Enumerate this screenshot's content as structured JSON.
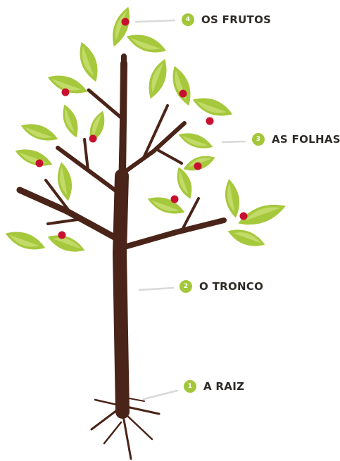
{
  "diagram": {
    "colors": {
      "trunk": "#4a2418",
      "leaf": "#a6c83c",
      "leaf_shade": "#cfe27a",
      "fruit": "#c8102e",
      "badge": "#a3c73a",
      "connector": "#d9d9d9",
      "text": "#2e2a26"
    },
    "labels": [
      {
        "number": "4",
        "text": "OS FRUTOS"
      },
      {
        "number": "3",
        "text": "AS FOLHAS"
      },
      {
        "number": "2",
        "text": "O TRONCO"
      },
      {
        "number": "1",
        "text": "A RAIZ"
      }
    ]
  }
}
